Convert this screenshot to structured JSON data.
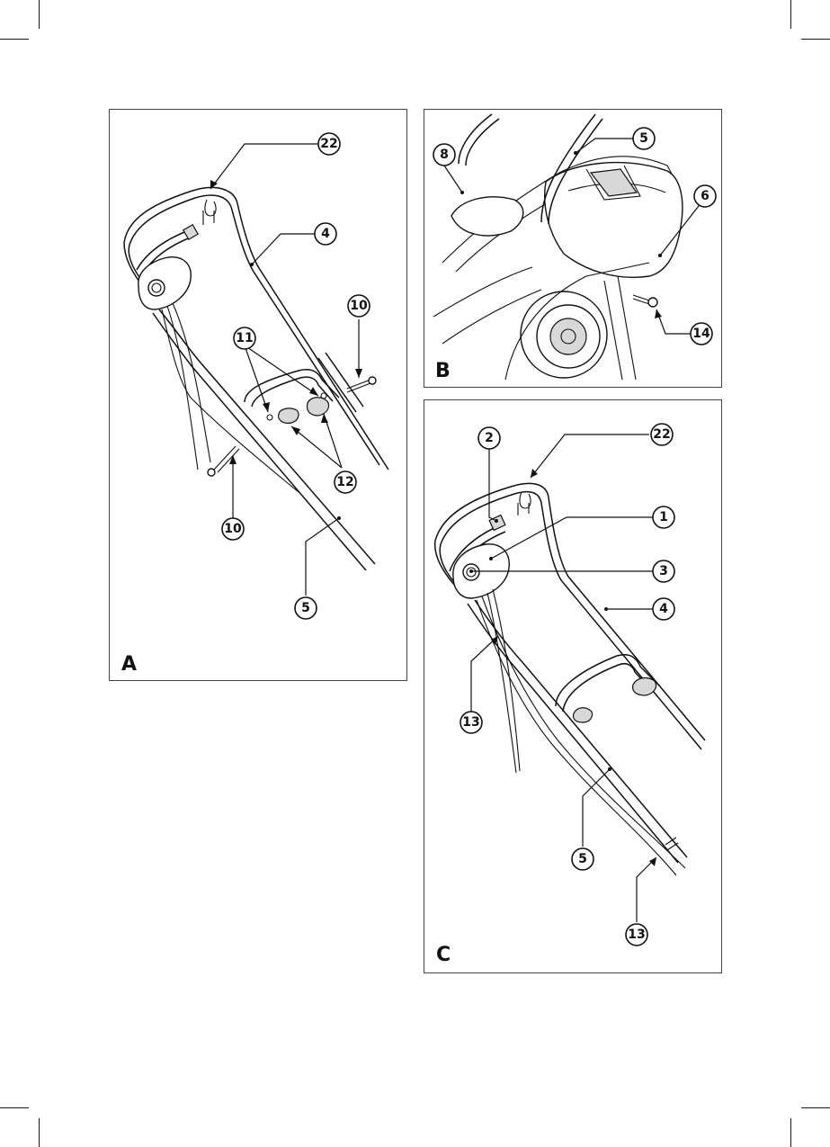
{
  "panels": {
    "a": {
      "letter": "A",
      "callouts": [
        "22",
        "4",
        "10",
        "11",
        "12",
        "10",
        "5"
      ]
    },
    "b": {
      "letter": "B",
      "callouts": [
        "8",
        "5",
        "6",
        "14"
      ]
    },
    "c": {
      "letter": "C",
      "callouts": [
        "2",
        "22",
        "1",
        "3",
        "4",
        "13",
        "5",
        "13"
      ]
    }
  }
}
